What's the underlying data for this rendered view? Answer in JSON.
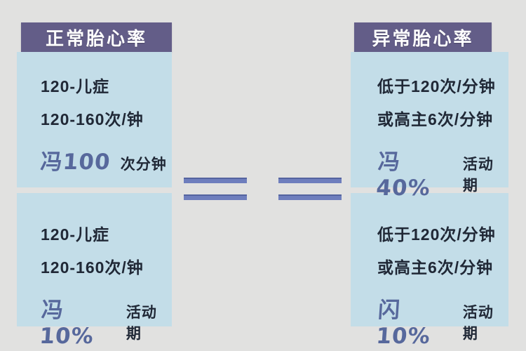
{
  "columns": [
    {
      "id": "normal",
      "header": "正常胎心率",
      "boxes": [
        {
          "lines": [
            "120-儿症",
            "120-160次/钟"
          ],
          "highlight": "冯100",
          "suffix": "次分钟"
        },
        {
          "lines": [
            "120-儿症",
            "120-160次/钟"
          ],
          "highlight": "冯10%",
          "suffix": "活动期"
        }
      ]
    },
    {
      "id": "abnormal",
      "header": "异常胎心率",
      "boxes": [
        {
          "lines": [
            "低于120次/分钟",
            "或高主6次/分钟"
          ],
          "highlight": "冯40%",
          "suffix": "活动期"
        },
        {
          "lines": [
            "低于120次/分钟",
            "或高主6次/分钟"
          ],
          "highlight": "闪10%",
          "suffix": "活动期"
        }
      ]
    }
  ],
  "connector": {
    "symbol": "equals",
    "count": 2
  },
  "colors": {
    "page_bg": "#e1e1e0",
    "header_bg": "#635d88",
    "header_text": "#ffffff",
    "box_bg": "#c3dde8",
    "text": "#202836",
    "highlight_text": "#57689c",
    "equals": "#6e7ebd"
  }
}
